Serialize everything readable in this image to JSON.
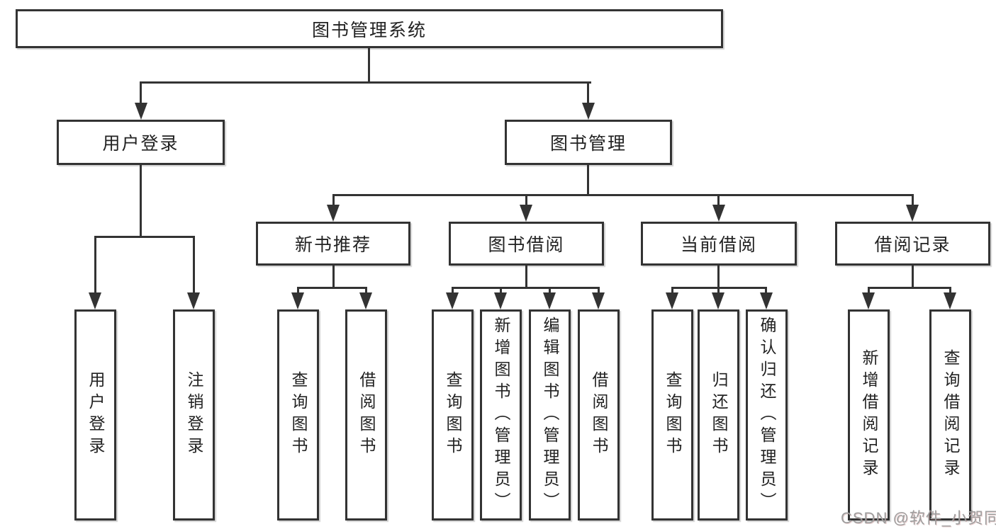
{
  "colors": {
    "line": "#333333",
    "box_border": "#333333",
    "box_fill": "#ffffff",
    "text": "#222222",
    "watermark": "#9e9e9e"
  },
  "tree": {
    "root": "图书管理系统",
    "branches": [
      {
        "label": "用户登录",
        "children": [
          "用户登录",
          "注销登录"
        ]
      },
      {
        "label": "图书管理",
        "groups": [
          {
            "label": "新书推荐",
            "children": [
              "查询图书",
              "借阅图书"
            ]
          },
          {
            "label": "图书借阅",
            "children": [
              "查询图书",
              "新增图书（管理员）",
              "编辑图书（管理员）",
              "借阅图书"
            ]
          },
          {
            "label": "当前借阅",
            "children": [
              "查询图书",
              "归还图书",
              "确认归还（管理员）"
            ]
          },
          {
            "label": "借阅记录",
            "children": [
              "新增借阅记录",
              "查询借阅记录"
            ]
          }
        ]
      }
    ]
  },
  "watermark": {
    "text": "CSDN @软件_小贺同学"
  }
}
